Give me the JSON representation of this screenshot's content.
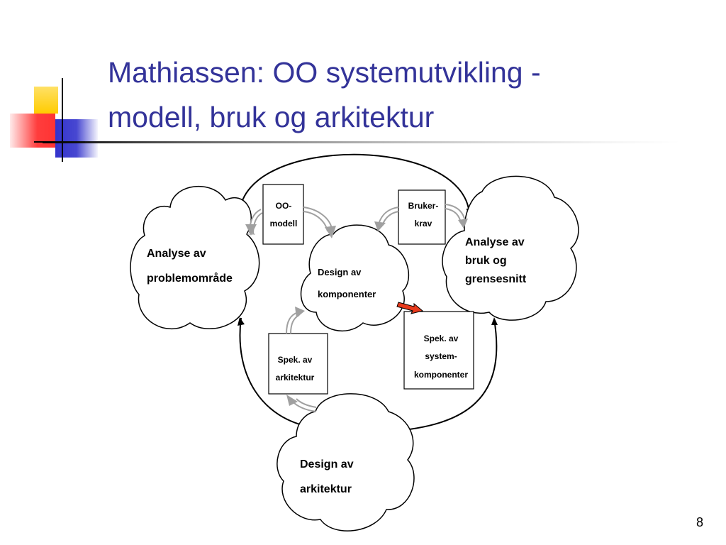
{
  "slide": {
    "title_line1": "Mathiassen: OO systemutvikling -",
    "title_line2": "modell, bruk og arkitektur",
    "page_number": "8"
  },
  "diagram": {
    "clouds": {
      "analyse_problem": [
        "Analyse av",
        "problemområde"
      ],
      "design_komponenter": [
        "Design av",
        "komponenter"
      ],
      "analyse_bruk": [
        "Analyse av",
        "bruk og",
        "grensesnitt"
      ],
      "design_arkitektur": [
        "Design av",
        "arkitektur"
      ]
    },
    "boxes": {
      "oo_modell": [
        "OO-",
        "modell"
      ],
      "bruker_krav": [
        "Bruker-",
        "krav"
      ],
      "spek_arkitektur": [
        "Spek. av",
        "arkitektur"
      ],
      "spek_system": [
        "Spek. av",
        "system-",
        "komponenter"
      ]
    }
  },
  "colors": {
    "title": "#333399",
    "deco_yellow": "#ffcc00",
    "deco_red": "#ff3333",
    "deco_blue": "#3333cc",
    "highlight_arrow": "#e83a1c"
  }
}
